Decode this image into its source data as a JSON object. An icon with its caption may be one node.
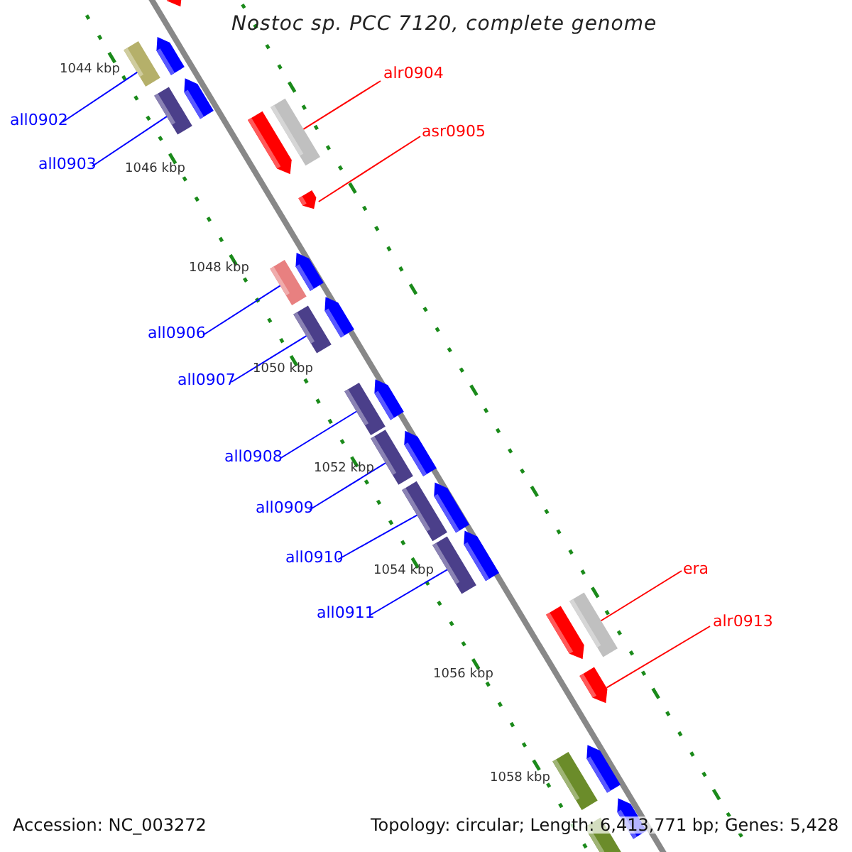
{
  "diagram": {
    "title": "Nostoc sp. PCC 7120, complete genome",
    "nodes": [
      {
        "text": [
          "all0902"
        ]
      },
      {
        "text": [
          "all0903"
        ]
      },
      {
        "text": [
          "alr0904"
        ]
      },
      {
        "text": [
          "asr0905"
        ]
      },
      {
        "text": [
          "all0906"
        ]
      },
      {
        "text": [
          "all0907"
        ]
      },
      {
        "text": [
          "all0908"
        ]
      },
      {
        "text": [
          "all0909"
        ]
      },
      {
        "text": [
          "all0910"
        ]
      },
      {
        "text": [
          "all0911"
        ]
      },
      {
        "text": [
          "era"
        ]
      },
      {
        "text": [
          "alr0913"
        ]
      },
      {
        "text": [],
        "shape": "bar"
      },
      {
        "text": [],
        "shape": "bar"
      },
      {
        "text": [],
        "shape": "bar"
      },
      {
        "text": [],
        "shape": "bar"
      },
      {
        "text": [],
        "shape": "bar"
      },
      {
        "text": [],
        "shape": "bar"
      },
      {
        "text": [],
        "shape": "bar"
      },
      {
        "text": [],
        "shape": "bar"
      },
      {
        "text": [],
        "shape": "bar"
      },
      {
        "text": [],
        "shape": "bar"
      },
      {
        "text": [],
        "shape": "bar"
      },
      {
        "text": [],
        "shape": "bar"
      }
    ],
    "edges": [
      {
        "from": 0,
        "to": 12,
        "arrow": "none"
      },
      {
        "from": 1,
        "to": 13,
        "arrow": "none"
      },
      {
        "from": 2,
        "to": 14,
        "arrow": "none",
        "color": "#ff0000"
      },
      {
        "from": 3,
        "to": 15,
        "arrow": "none",
        "color": "#ff0000"
      },
      {
        "from": 4,
        "to": 16,
        "arrow": "none"
      },
      {
        "from": 5,
        "to": 17,
        "arrow": "none"
      },
      {
        "from": 6,
        "to": 18,
        "arrow": "none"
      },
      {
        "from": 7,
        "to": 19,
        "arrow": "none"
      },
      {
        "from": 8,
        "to": 20,
        "arrow": "none"
      },
      {
        "from": 9,
        "to": 21,
        "arrow": "none"
      },
      {
        "from": 10,
        "to": 22,
        "arrow": "none",
        "color": "#ff0000"
      },
      {
        "from": 11,
        "to": 23,
        "arrow": "none",
        "color": "#ff0000"
      }
    ],
    "labels": [
      "1044 kbp",
      "1046 kbp",
      "1048 kbp",
      "1050 kbp",
      "1052 kbp",
      "1054 kbp",
      "1056 kbp",
      "1058 kbp",
      "Accession: NC_003272",
      "Topology: circular; Length: 6,413,771 bp; Genes: 5,428"
    ]
  }
}
